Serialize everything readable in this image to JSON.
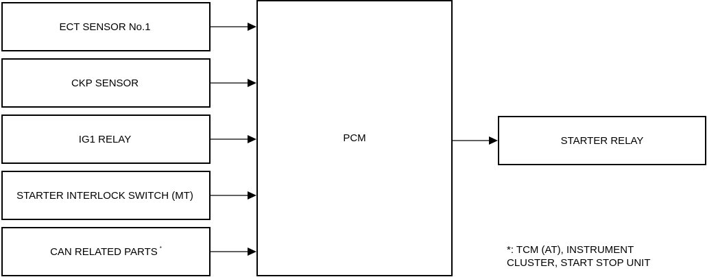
{
  "inputs": [
    {
      "label": "ECT SENSOR No.1",
      "mark": ""
    },
    {
      "label": "CKP SENSOR",
      "mark": ""
    },
    {
      "label": "IG1 RELAY",
      "mark": ""
    },
    {
      "label": "STARTER INTERLOCK SWITCH (MT)",
      "mark": ""
    },
    {
      "label": "CAN RELATED PARTS",
      "mark": "*"
    }
  ],
  "controller": {
    "label": "PCM"
  },
  "output": {
    "label": "STARTER RELAY"
  },
  "footnote": "*: TCM (AT), INSTRUMENT\nCLUSTER, START STOP UNIT"
}
